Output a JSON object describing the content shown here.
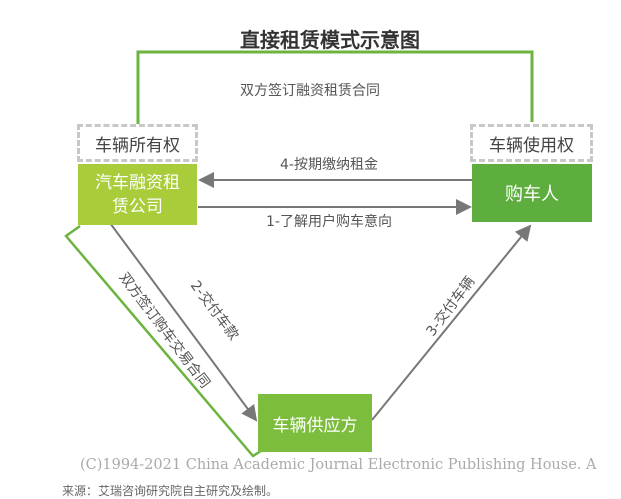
{
  "title": "直接租赁模式示意图",
  "top_contract": "双方签订融资租赁合同",
  "ownership_label": "车辆所有权",
  "usage_label": "车辆使用权",
  "lessor": {
    "line1": "汽车融资租",
    "line2": "赁公司"
  },
  "buyer": "购车人",
  "supplier": "车辆供应方",
  "steps": {
    "step1": "1-了解用户购车意向",
    "step2": "2-交付车款",
    "step3": "3-交付车辆",
    "step4": "4-按期缴纳租金"
  },
  "purchase_contract": "双方签订购车交易合同",
  "copyright": "(C)1994-2021 China Academic Journal Electronic Publishing House. A",
  "source": "来源：艾瑞咨询研究院自主研究及绘制。",
  "colors": {
    "lessor": "#a9cc3a",
    "buyer": "#5eae3f",
    "supplier": "#7dbd3d",
    "bracket": "#6cb33f",
    "arrow": "#777777"
  }
}
